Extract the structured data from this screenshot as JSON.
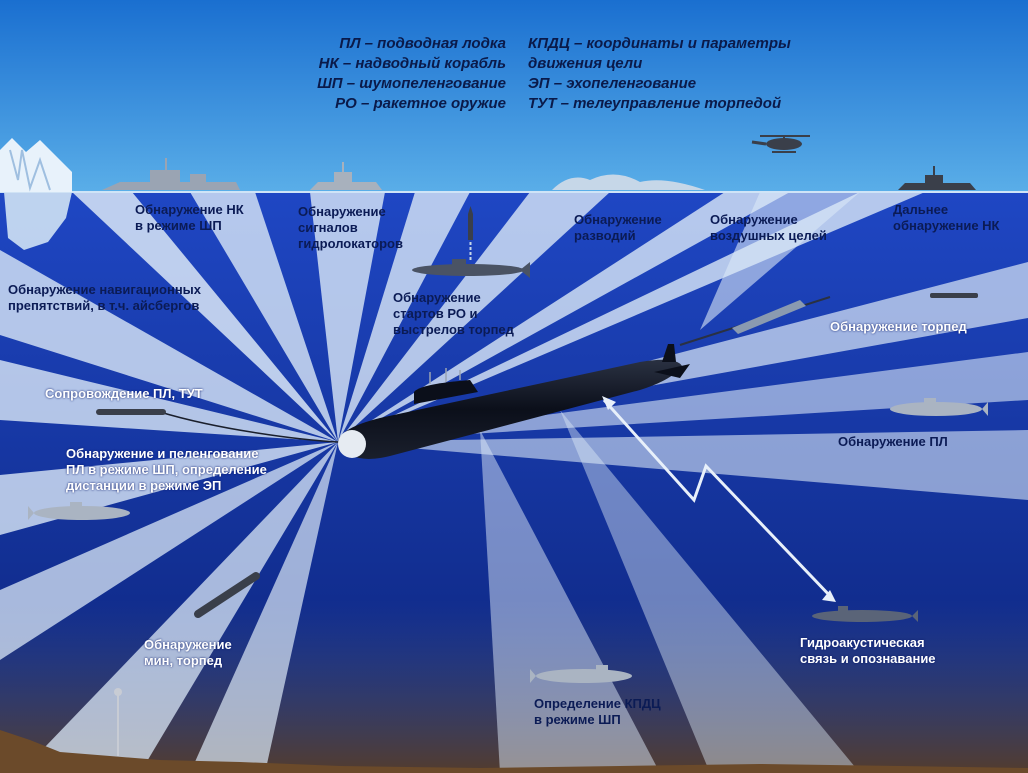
{
  "legend": {
    "left": [
      "ПЛ – подводная лодка",
      "НК – надводный корабль",
      "ШП – шумопеленгование",
      "РО – ракетное оружие"
    ],
    "right": [
      "КПДЦ – координаты и параметры",
      "движения цели",
      "ЭП – эхопеленгование",
      "ТУТ – телеуправление торпедой"
    ]
  },
  "labels": {
    "nk_shp": "Обнаружение НК\nв режиме ШП",
    "sonar_signals": "Обнаружение\nсигналов\nгидролокаторов",
    "navigation": "Обнаружение навигационных\nпрепятствий, в т.ч. айсбергов",
    "ro_launch": "Обнаружение\nстартов РО и\nвыстрелов торпед",
    "wakes": "Обнаружение\nразводий",
    "air": "Обнаружение\nвоздушных целей",
    "long_range_nk": "Дальнее\nобнаружение НК",
    "torpedo_detect": "Обнаружение торпед",
    "escort": "Сопровождение ПЛ, ТУТ",
    "sub_detect": "Обнаружение ПЛ",
    "bearing": "Обнаружение и пеленгование\nПЛ в режиме ШП, определение\nдистанции в режиме ЭП",
    "mines": "Обнаружение\nмин, торпед",
    "acoustic_comm": "Гидроакустическая\nсвязь и опознавание",
    "kpdc": "Определение КПДЦ\nв режиме ШП"
  },
  "colors": {
    "sky_top": "#1a6fd0",
    "sky_bottom": "#5aaee8",
    "sea_top": "#1f47c4",
    "sea_bottom": "#0b2278",
    "beam": "#dbe8f7",
    "seabed": "#6b4a2a",
    "hull": "#0b0f1a"
  }
}
